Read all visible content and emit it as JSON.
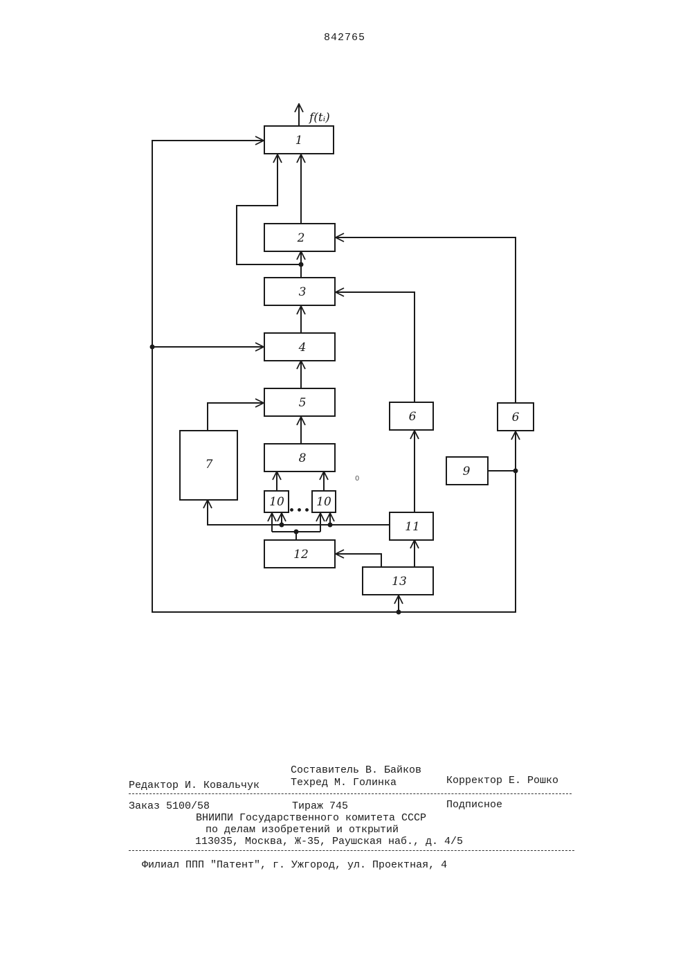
{
  "page_number": "842765",
  "diagram": {
    "output_label": "f(tᵢ)",
    "blocks": {
      "b1": "1",
      "b2": "2",
      "b3": "3",
      "b4": "4",
      "b5": "5",
      "b6a": "6",
      "b6b": "6",
      "b7": "7",
      "b8": "8",
      "b9": "9",
      "b10a": "10",
      "b10b": "10",
      "b11": "11",
      "b12": "12",
      "b13": "13"
    },
    "ellipsis": "•••",
    "stray_mark": "0"
  },
  "imprint": {
    "composer": "Составитель В. Байков",
    "editor": "Редактор И. Ковальчук",
    "techred": "Техред М. Голинка",
    "corrector": "Корректор Е. Рошко",
    "order": "Заказ 5100/58",
    "circulation": "Тираж 745",
    "subscription": "Подписное",
    "org_line1": "ВНИИПИ Государственного комитета СССР",
    "org_line2": "по делам изобретений и открытий",
    "org_address": "113035, Москва, Ж-35, Раушская наб., д. 4/5",
    "branch": "Филиал ППП \"Патент\", г. Ужгород, ул. Проектная, 4"
  }
}
